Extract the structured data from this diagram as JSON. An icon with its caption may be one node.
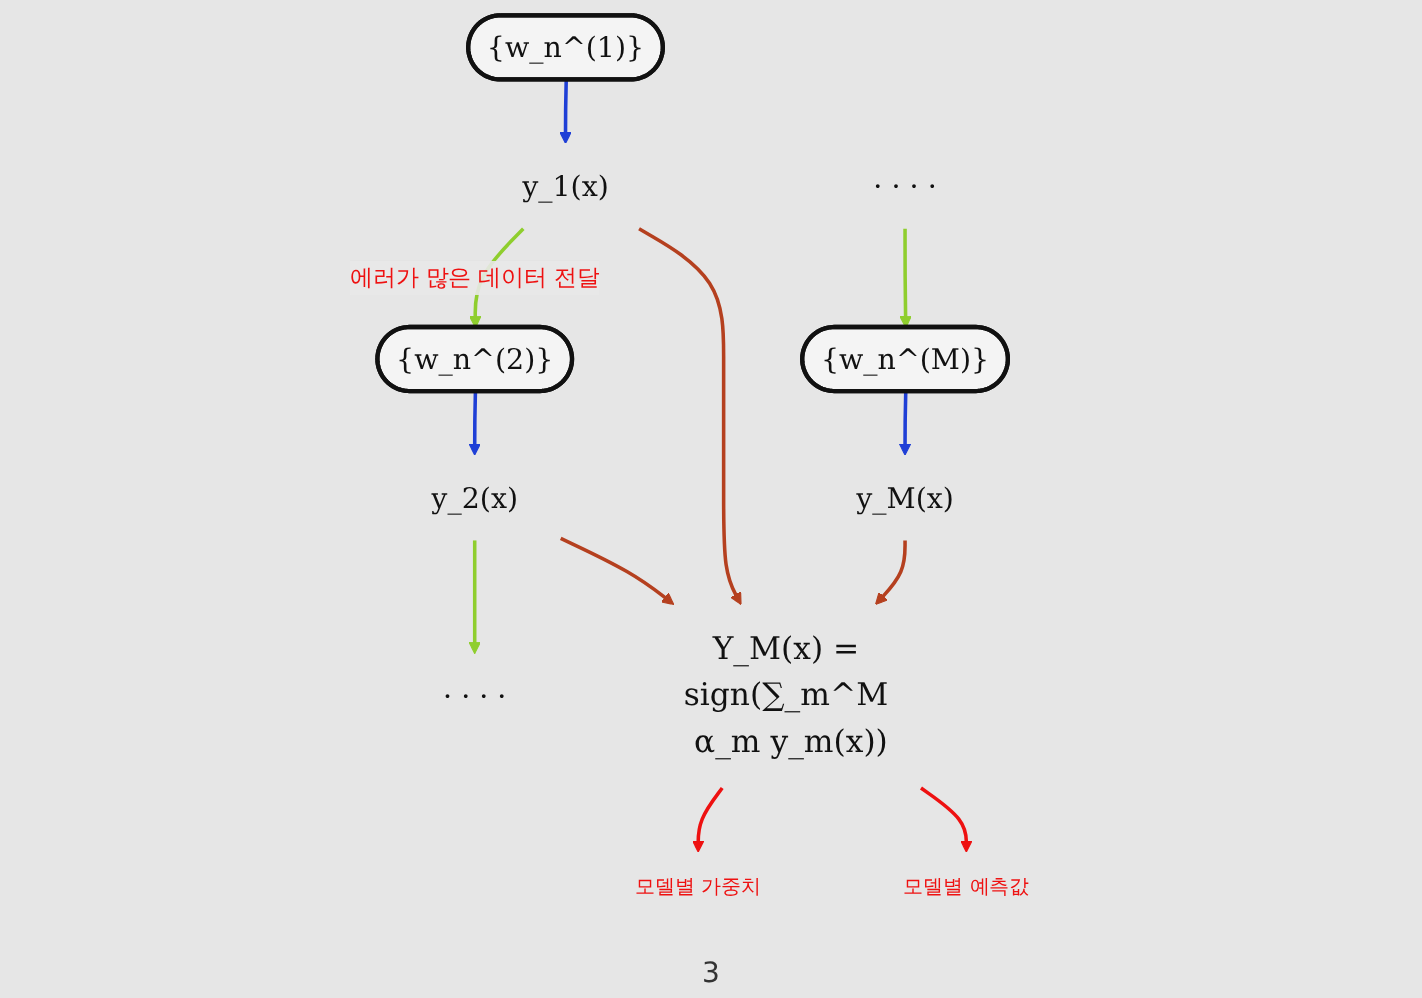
{
  "diagram": {
    "nodes": [
      {
        "text": [
          "{w_n^(1)}"
        ]
      },
      {
        "text": [
          "{w_n^(2)}"
        ]
      },
      {
        "text": [
          "· · · ·"
        ]
      },
      {
        "text": [
          "{w_n^(M)}"
        ]
      },
      {
        "text": [
          "y_1(x)"
        ]
      },
      {
        "text": [
          "y_2(x)"
        ]
      },
      {
        "text": [
          "· · · ·"
        ]
      },
      {
        "text": [
          "y_M(x)"
        ]
      },
      {
        "text": [
          "Y_M(x) = sign(∑_m^M α_m y_m(x))"
        ]
      },
      {
        "text": [
          "모델별 가중치"
        ]
      },
      {
        "text": [
          "모델별 예측값"
        ]
      }
    ],
    "edges": [
      {
        "from": 0,
        "to": 4,
        "arrow": "to",
        "color": "#1f3fd6"
      },
      {
        "from": 1,
        "to": 5,
        "arrow": "to",
        "color": "#1f3fd6"
      },
      {
        "from": 3,
        "to": 7,
        "arrow": "to",
        "color": "#1f3fd6"
      },
      {
        "from": 4,
        "to": 1,
        "arrow": "to",
        "label": "에러가 많은 데이터 전달",
        "color": "#8fce2e"
      },
      {
        "from": 5,
        "to": 2,
        "arrow": "to",
        "color": "#8fce2e"
      },
      {
        "from": 6,
        "to": 3,
        "arrow": "to",
        "color": "#8fce2e"
      },
      {
        "from": 4,
        "to": 8,
        "arrow": "to",
        "color": "#b5401f"
      },
      {
        "from": 5,
        "to": 8,
        "arrow": "to",
        "color": "#b5401f"
      },
      {
        "from": 7,
        "to": 8,
        "arrow": "to",
        "color": "#b5401f"
      },
      {
        "from": 8,
        "to": 9,
        "arrow": "to",
        "color": "#ee1111"
      },
      {
        "from": 8,
        "to": 10,
        "arrow": "to",
        "color": "#ee1111"
      }
    ],
    "labels": [
      "3"
    ]
  }
}
